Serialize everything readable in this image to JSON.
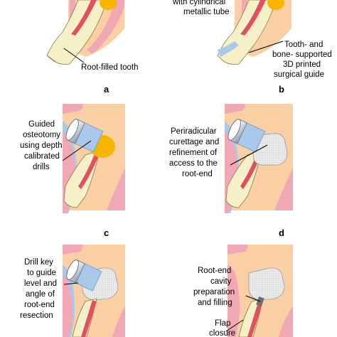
{
  "panels": {
    "a": {
      "letter": "a",
      "labels": {
        "root_filled": "Root-filled tooth"
      }
    },
    "b": {
      "letter": "b",
      "labels": {
        "tube_top": "with cylindrical",
        "tube_bottom": "metallic tube",
        "guide_1": "Tooth- and",
        "guide_2": "bone- supported",
        "guide_3": "3D printed",
        "guide_4": "surgical guide"
      }
    },
    "c": {
      "letter": "c",
      "labels": {
        "line1": "Guided",
        "line2": "osteotomy",
        "line3": "using depth",
        "line4": "calibrated",
        "line5": "drills"
      }
    },
    "d": {
      "letter": "d",
      "labels": {
        "line1": "Periradicular",
        "line2": "curettage and",
        "line3": "refinement of",
        "line4": "access to the",
        "line5": "root-end"
      }
    },
    "e": {
      "labels": {
        "line1": "Drill key",
        "line2": "to guide",
        "line3": "level and",
        "line4": "angle of",
        "line5": "root-end",
        "line6": "resection"
      }
    },
    "f": {
      "labels": {
        "cavity1": "Root-end",
        "cavity2": "cavity",
        "cavity3": "preparation",
        "cavity4": "and filling",
        "flap1": "Flap",
        "flap2": "closure"
      }
    }
  },
  "colors": {
    "bone": "#f9cfa3",
    "gum": "#f0a9b4",
    "gum_dark": "#e48b98",
    "guide": "#a9c8ea",
    "guide_dark": "#7aa3d1",
    "lesion": "#f7b500",
    "tooth": "#f5f0c8",
    "root_fill": "#e05060",
    "cavity": "#e8e8e8",
    "tube": "#d0d8e0"
  }
}
